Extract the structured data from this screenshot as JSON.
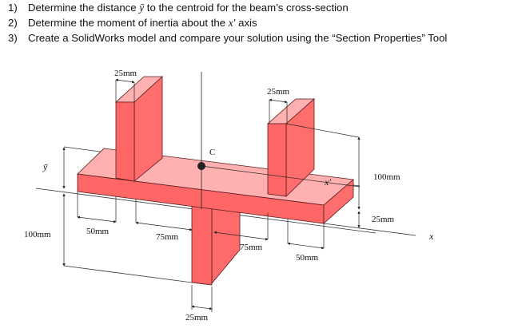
{
  "questions": [
    {
      "num": "1)",
      "pre": "Determine the distance ",
      "var": "ȳ",
      "post": " to the centroid for the beam’s cross-section"
    },
    {
      "num": "2)",
      "pre": "Determine the moment of inertia about the ",
      "var": "x′",
      "post": " axis"
    },
    {
      "num": "3)",
      "pre": "Create a SolidWorks model and compare your solution using the “Section Properties” Tool",
      "var": "",
      "post": ""
    }
  ],
  "figure": {
    "colors": {
      "front_face": "#ff6666",
      "top_face": "#ffb3b3",
      "side_face": "#ff6d6d",
      "edge": "#4a1010",
      "dim_line": "#222222"
    },
    "centroid_label": "C",
    "axis_labels": {
      "ybar": "ȳ",
      "x_prime": "x′",
      "x": "x"
    },
    "dimensions": {
      "left_web_width": "25mm",
      "right_web_width": "25mm",
      "top_height": "100mm",
      "flange_thickness": "25mm",
      "bottom_height": "100mm",
      "left_overhang": "50mm",
      "left_gap": "75mm",
      "right_gap": "75mm",
      "right_overhang": "50mm",
      "bottom_web_width": "25mm"
    }
  }
}
